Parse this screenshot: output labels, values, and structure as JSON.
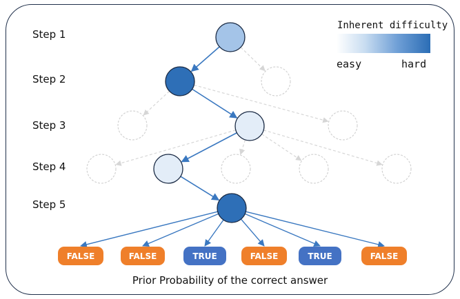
{
  "steps": [
    "Step 1",
    "Step 2",
    "Step 3",
    "Step 4",
    "Step 5"
  ],
  "legend": {
    "title": "Inherent difficulty",
    "easy_label": "easy",
    "hard_label": "hard",
    "gradient_colors": [
      "#ffffff",
      "#c9ddf1",
      "#6f9fd6",
      "#2b6db5"
    ]
  },
  "colors": {
    "edge_active": "#3a78c0",
    "edge_inactive": "#d6d6d6",
    "node_stroke_active": "#1a2a44",
    "node_stroke_inactive": "#cfcfcf",
    "answer_false": "#ef7f2a",
    "answer_true": "#4472c4"
  },
  "nodes": [
    {
      "id": "s1",
      "step": 1,
      "active": true,
      "difficulty": 0.35,
      "fill": "#a4c4e8"
    },
    {
      "id": "s2a",
      "step": 2,
      "active": true,
      "difficulty": 0.95,
      "fill": "#2e6fb7"
    },
    {
      "id": "s2b",
      "step": 2,
      "active": false
    },
    {
      "id": "s3a",
      "step": 3,
      "active": false
    },
    {
      "id": "s3b",
      "step": 3,
      "active": true,
      "difficulty": 0.1,
      "fill": "#e3edf8"
    },
    {
      "id": "s3c",
      "step": 3,
      "active": false
    },
    {
      "id": "s4a",
      "step": 4,
      "active": false
    },
    {
      "id": "s4b",
      "step": 4,
      "active": true,
      "difficulty": 0.1,
      "fill": "#e3edf8"
    },
    {
      "id": "s4c",
      "step": 4,
      "active": false
    },
    {
      "id": "s4d",
      "step": 4,
      "active": false
    },
    {
      "id": "s4e",
      "step": 4,
      "active": false
    },
    {
      "id": "s5",
      "step": 5,
      "active": true,
      "difficulty": 0.95,
      "fill": "#2e6fb7"
    }
  ],
  "edges": [
    {
      "from": "s1",
      "to": "s2a",
      "active": true
    },
    {
      "from": "s1",
      "to": "s2b",
      "active": false
    },
    {
      "from": "s2a",
      "to": "s3a",
      "active": false
    },
    {
      "from": "s2a",
      "to": "s3b",
      "active": true
    },
    {
      "from": "s2a",
      "to": "s3c",
      "active": false
    },
    {
      "from": "s3b",
      "to": "s4a",
      "active": false
    },
    {
      "from": "s3b",
      "to": "s4b",
      "active": true
    },
    {
      "from": "s3b",
      "to": "s4c",
      "active": false
    },
    {
      "from": "s3b",
      "to": "s4d",
      "active": false
    },
    {
      "from": "s3b",
      "to": "s4e",
      "active": false
    },
    {
      "from": "s4b",
      "to": "s5",
      "active": true
    }
  ],
  "answers": [
    {
      "label": "FALSE",
      "correct": false
    },
    {
      "label": "FALSE",
      "correct": false
    },
    {
      "label": "TRUE",
      "correct": true
    },
    {
      "label": "FALSE",
      "correct": false
    },
    {
      "label": "TRUE",
      "correct": true
    },
    {
      "label": "FALSE",
      "correct": false
    }
  ],
  "caption": "Prior Probability of the correct answer"
}
